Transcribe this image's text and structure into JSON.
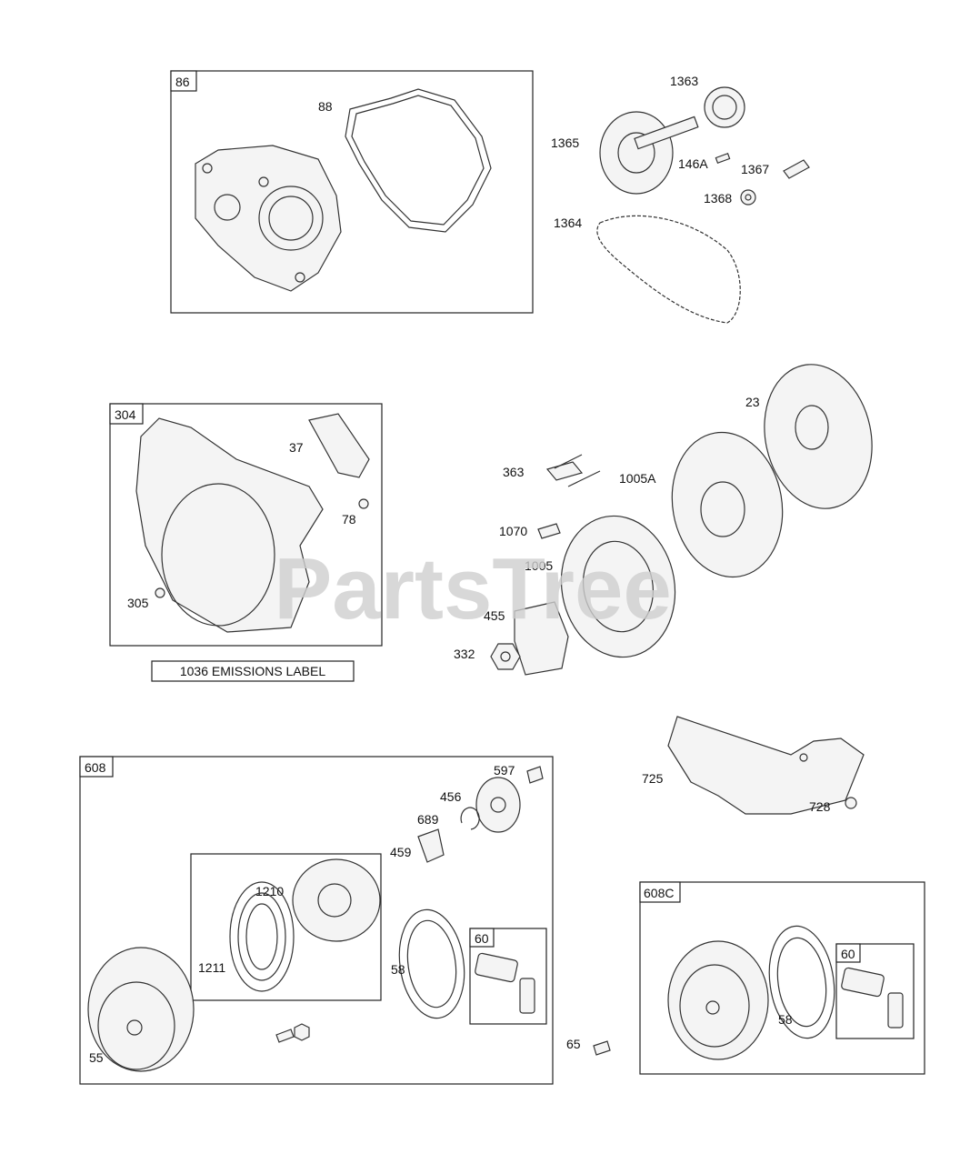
{
  "watermark": "PartsTree",
  "boxes": {
    "b86": "86",
    "b304": "304",
    "b608": "608",
    "b608c": "608C",
    "b60a": "60",
    "b60b": "60"
  },
  "emissions_label": "1036 EMISSIONS LABEL",
  "callouts": {
    "c88": "88",
    "c1363": "1363",
    "c1365": "1365",
    "c146a": "146A",
    "c1367": "1367",
    "c1368": "1368",
    "c1364": "1364",
    "c23": "23",
    "c37": "37",
    "c78": "78",
    "c305": "305",
    "c363": "363",
    "c1005a": "1005A",
    "c1070": "1070",
    "c1005": "1005",
    "c455": "455",
    "c332": "332",
    "c725": "725",
    "c728": "728",
    "c597": "597",
    "c456": "456",
    "c689": "689",
    "c459": "459",
    "c1210": "1210",
    "c1211": "1211",
    "c58a": "58",
    "c55": "55",
    "c65": "65",
    "c58b": "58"
  }
}
